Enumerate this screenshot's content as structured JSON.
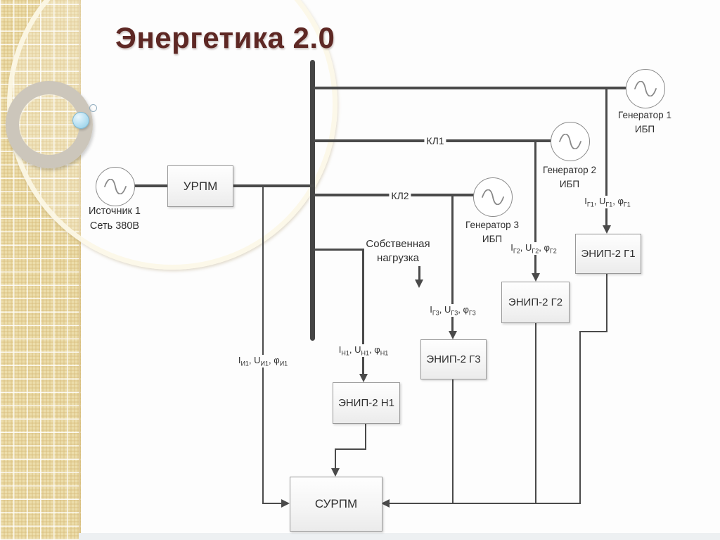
{
  "slide": {
    "title": "Энергетика 2.0"
  },
  "diagram": {
    "source": {
      "label1": "Источник 1",
      "label2": "Сеть 380В"
    },
    "generators": [
      {
        "name": "Генератор 1",
        "type": "ИБП"
      },
      {
        "name": "Генератор 2",
        "type": "ИБП"
      },
      {
        "name": "Генератор 3",
        "type": "ИБП"
      }
    ],
    "cables": {
      "kl1": "КЛ1",
      "kl2": "КЛ2"
    },
    "own_load": {
      "line1": "Собственная",
      "line2": "нагрузка"
    },
    "boxes": {
      "urpm": "УРПМ",
      "enip_g1": "ЭНИП-2 Г1",
      "enip_g2": "ЭНИП-2 Г2",
      "enip_g3": "ЭНИП-2 Г3",
      "enip_n1": "ЭНИП-2 Н1",
      "surpm": "СУРПМ"
    },
    "measurements": {
      "g1": {
        "symbols": [
          "I",
          "U",
          "φ"
        ],
        "sub": "Г1"
      },
      "g2": {
        "symbols": [
          "I",
          "U",
          "φ"
        ],
        "sub": "Г2"
      },
      "g3": {
        "symbols": [
          "I",
          "U",
          "φ"
        ],
        "sub": "Г3"
      },
      "n1": {
        "symbols": [
          "I",
          "U",
          "φ"
        ],
        "sub": "Н1"
      },
      "i1": {
        "symbols": [
          "I",
          "U",
          "φ"
        ],
        "sub": "И1"
      }
    },
    "colors": {
      "line": "#4a4a4a",
      "title": "#5e2824",
      "sidebar": "#ecddab",
      "sphere": "#8fcde6"
    }
  }
}
